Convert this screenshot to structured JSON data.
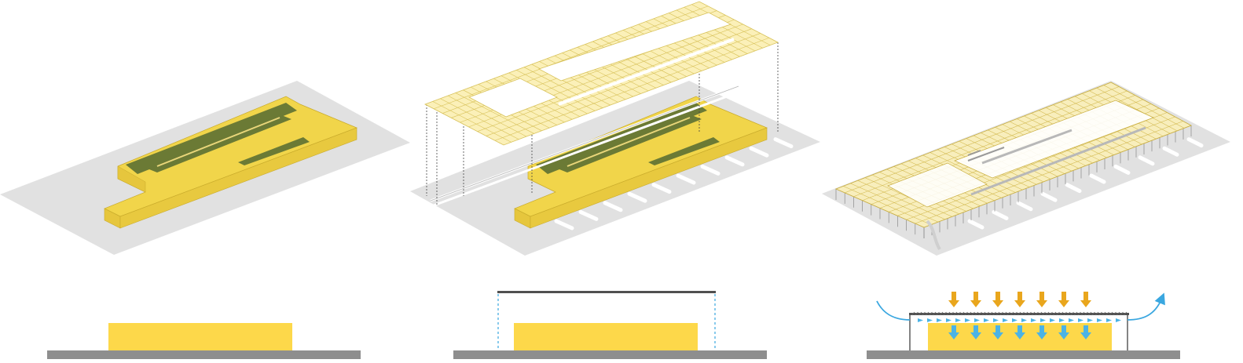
{
  "diagram": {
    "panels": [
      {
        "name": "massing"
      },
      {
        "name": "roof-exploded"
      },
      {
        "name": "roof-assembled"
      }
    ],
    "sections": [
      {
        "name": "section-massing"
      },
      {
        "name": "section-roof"
      },
      {
        "name": "section-ventilation"
      }
    ],
    "colors": {
      "ground": "#e0e0e0",
      "block_top": "#f1d54a",
      "block_side": "#e6c63d",
      "courtyard": "#6b7a35",
      "roof_grid": "#d8c25a",
      "roof_fill": "#fbf0b8",
      "section_block": "#fdd84a",
      "section_ground": "#8e8e8e",
      "roof_line": "#505050",
      "dash_blue": "#3aa7e0",
      "sun_arrow": "#e9a61d",
      "air_arrow": "#4bb3e6"
    }
  }
}
